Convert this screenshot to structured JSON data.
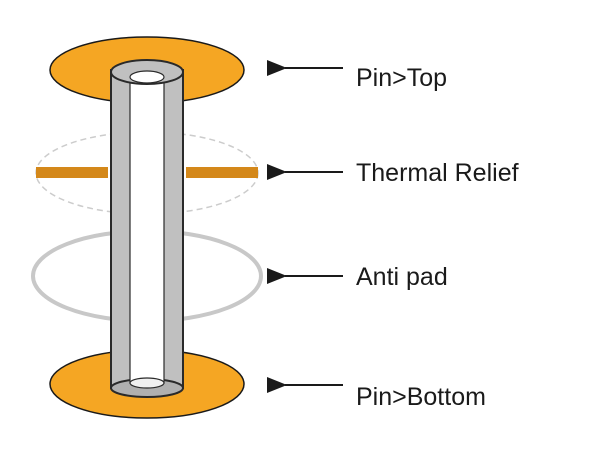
{
  "diagram": {
    "labels": {
      "pin_top": "Pin>Top",
      "thermal_relief": "Thermal Relief",
      "anti_pad": "Anti pad",
      "pin_bottom": "Pin>Bottom"
    },
    "colors": {
      "pad_fill": "#f5a623",
      "pad_stroke": "#1a1a1a",
      "thermal_spoke": "#d4881a",
      "thermal_ring": "#cccccc",
      "anti_pad_ring": "#c8c8c8",
      "barrel_fill": "#c0c0c0",
      "barrel_stroke": "#2a2a2a",
      "bore_fill": "#ffffff",
      "arrow": "#1a1a1a"
    },
    "icons": {
      "top_pad": "orange-ellipse-pad",
      "bottom_pad": "orange-ellipse-pad",
      "barrel": "via-barrel-cylinder",
      "arrows": "left-arrow"
    }
  }
}
